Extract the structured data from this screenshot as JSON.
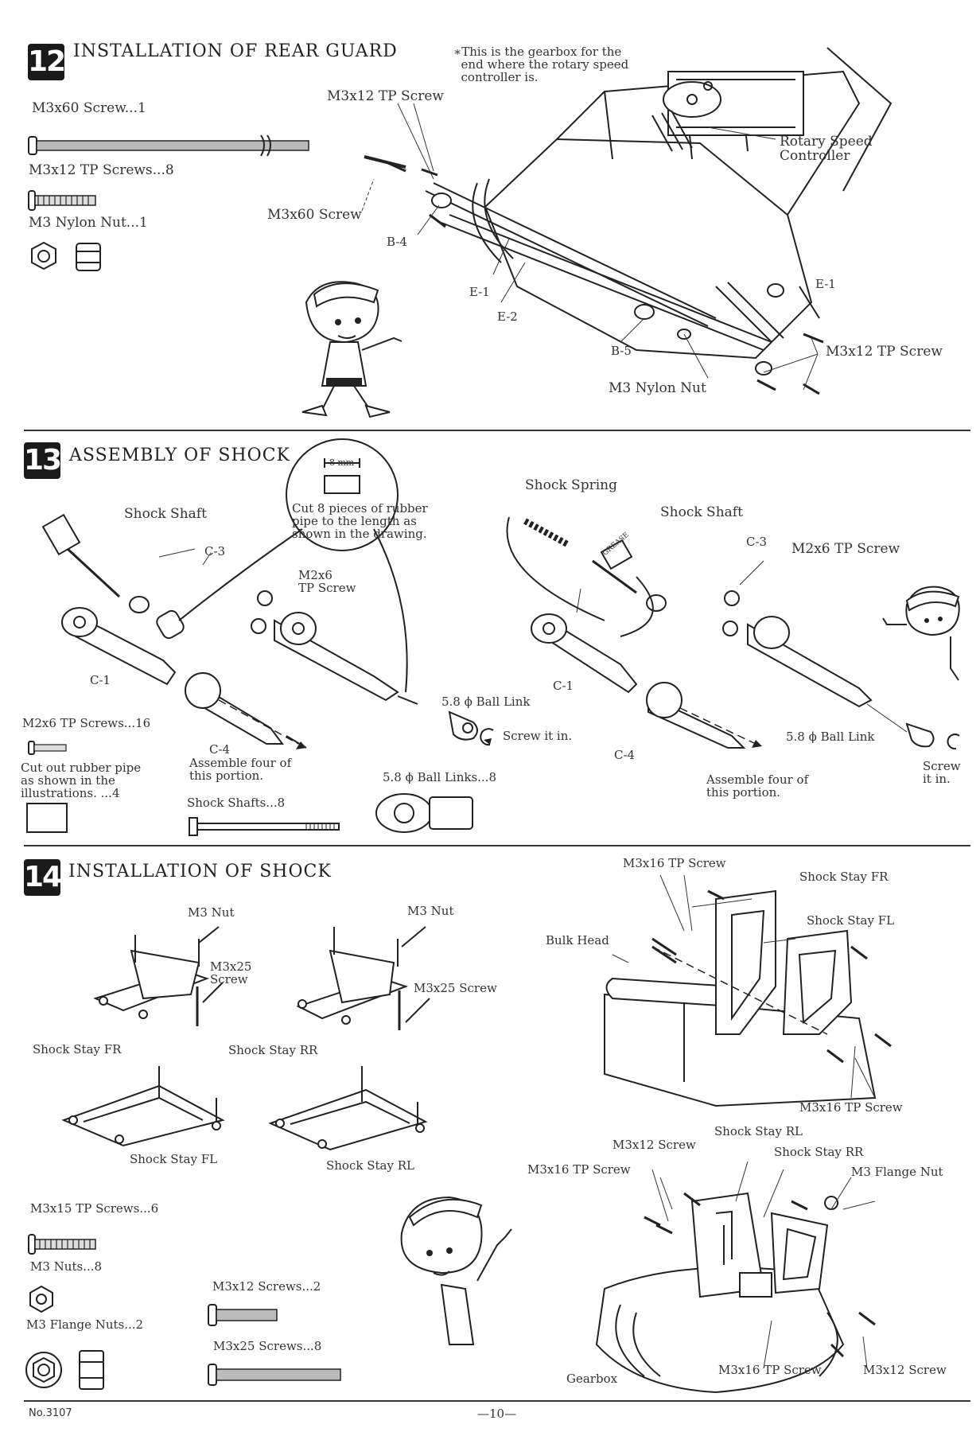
{
  "section12": {
    "number": "12",
    "title": "INSTALLATION OF REAR GUARD",
    "note": "∗This is the gearbox for the\n  end where the rotary speed\n  controller is.",
    "parts": [
      {
        "label": "M3x60 Screw...1"
      },
      {
        "label": "M3x12 TP Screws...8"
      },
      {
        "label": "M3 Nylon Nut...1"
      }
    ],
    "callouts": {
      "tp_screw_top": "M3x12 TP Screw",
      "m3x60": "M3x60 Screw",
      "b4": "B-4",
      "e1_left": "E-1",
      "e2": "E-2",
      "b5": "B-5",
      "nylon_nut": "M3 Nylon Nut",
      "e1_right": "E-1",
      "tp_screw_right": "M3x12 TP Screw",
      "rotary": "Rotary Speed\nController"
    }
  },
  "section13": {
    "number": "13",
    "title": "ASSEMBLY OF SHOCK",
    "callouts": {
      "shock_shaft_left": "Shock Shaft",
      "c3_left": "C-3",
      "c1_left": "C-1",
      "c4_left": "C-4",
      "assemble_left": "Assemble four of\nthis portion.",
      "mm": "8 mm",
      "cut_note": "Cut 8 pieces of rubber\npipe to the length as\nshown in the drawing.",
      "m2x6_mid": "M2x6\nTP Screw",
      "ball_link_mid": "5.8 ϕ Ball Link",
      "screw_it_in_mid": "Screw it in.",
      "shock_spring": "Shock Spring",
      "shock_shaft_right": "Shock Shaft",
      "c3_right": "C-3",
      "m2x6_right": "M2x6 TP Screw",
      "c1_right": "C-1",
      "c4_right": "C-4",
      "ball_link_right": "5.8 ϕ Ball Link",
      "screw_it_in_right": "Screw\nit in.",
      "assemble_right": "Assemble four of\nthis portion.",
      "grease": "GREASE"
    },
    "parts": {
      "m2x6": "M2x6 TP Screws...16",
      "rubber": "Cut out rubber pipe\nas shown in the\nillustrations. ...4",
      "shock_shafts": "Shock Shafts...8",
      "ball_links": "5.8 ϕ Ball Links...8"
    }
  },
  "section14": {
    "number": "14",
    "title": "INSTALLATION OF SHOCK",
    "callouts": {
      "m3nut_1": "M3 Nut",
      "m3x25_1": "M3x25\nScrew",
      "shock_stay_fr_left": "Shock Stay FR",
      "m3nut_2": "M3 Nut",
      "m3x25_2": "M3x25 Screw",
      "shock_stay_rr_left": "Shock Stay RR",
      "shock_stay_fl_left": "Shock Stay FL",
      "shock_stay_rl_left": "Shock Stay RL",
      "m3x16_top": "M3x16 TP Screw",
      "shock_stay_fr_right": "Shock Stay FR",
      "shock_stay_fl_right": "Shock Stay FL",
      "bulk_head": "Bulk Head",
      "m3x16_mid": "M3x16 TP Screw",
      "shock_stay_rl_right": "Shock Stay RL",
      "m3x12_screw": "M3x12 Screw",
      "shock_stay_rr_right": "Shock Stay RR",
      "m3_flange_nut": "M3 Flange Nut",
      "m3x16_left": "M3x16 TP Screw",
      "gearbox": "Gearbox",
      "m3x16_bottom": "M3x16 TP Screw",
      "m3x12_bottom": "M3x12 Screw"
    },
    "parts": {
      "m3x15": "M3x15 TP Screws...6",
      "m3nuts": "M3 Nuts...8",
      "flange_nuts": "M3 Flange Nuts...2",
      "m3x12": "M3x12 Screws...2",
      "m3x25": "M3x25 Screws...8"
    }
  },
  "footer": {
    "model_no": "No.3107",
    "page": "—10—"
  }
}
